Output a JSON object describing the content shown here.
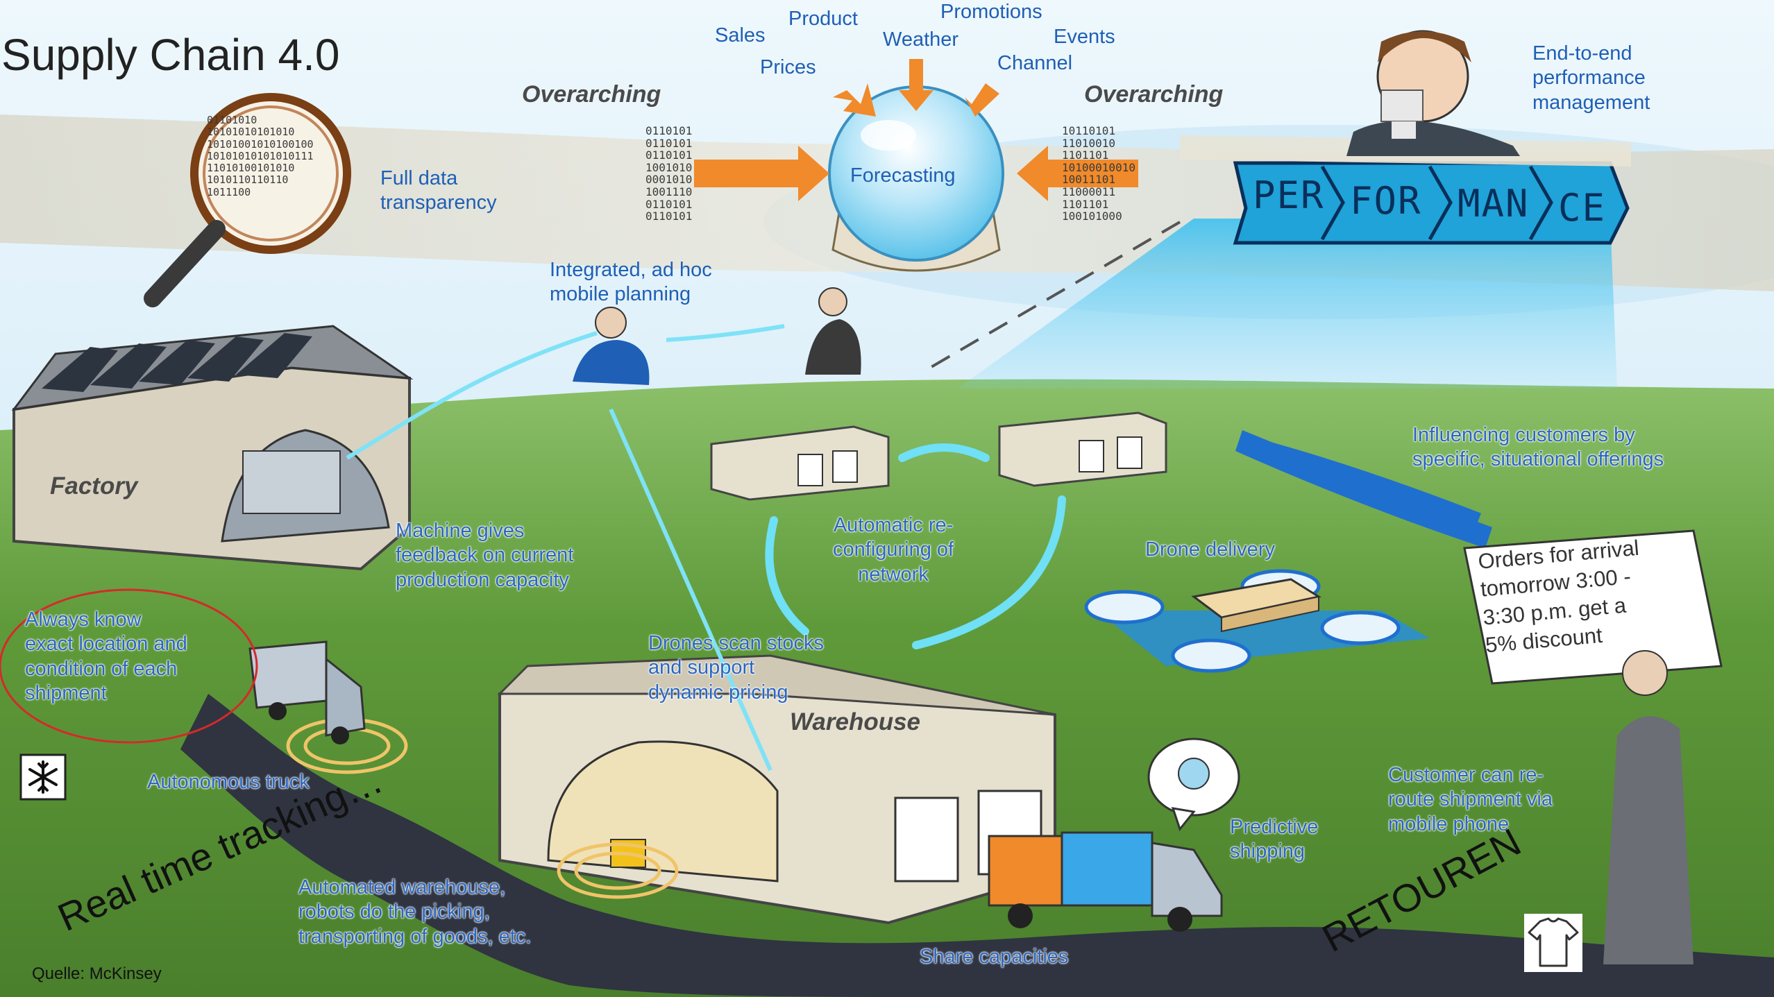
{
  "title": "Supply Chain 4.0",
  "inputs": {
    "sales": "Sales",
    "product": "Product",
    "promotions": "Promotions",
    "weather": "Weather",
    "events": "Events",
    "prices": "Prices",
    "channel": "Channel"
  },
  "overarching_left": "Overarching",
  "overarching_right": "Overarching",
  "forecasting": "Forecasting",
  "full_data_transparency": [
    "Full data",
    "transparency"
  ],
  "end_to_end": [
    "End-to-end",
    "performance",
    "management"
  ],
  "performance_banner": [
    "PER",
    "FOR",
    "MAN",
    "CE"
  ],
  "integrated_planning": [
    "Integrated, ad hoc",
    "mobile planning"
  ],
  "factory": "Factory",
  "machine_feedback": [
    "Machine gives",
    "feedback on current",
    "production capacity"
  ],
  "auto_reconfig": [
    "Automatic re-",
    "configuring of",
    "network"
  ],
  "influencing": [
    "Influencing customers by",
    "specific, situational offerings"
  ],
  "drone_delivery": "Drone delivery",
  "offer_card": [
    "Orders for arrival",
    "tomorrow 3:00 -",
    "3:30 p.m. get a",
    "5% discount"
  ],
  "always_know": [
    "Always know",
    "exact location and",
    "condition of each",
    "shipment"
  ],
  "drones_scan": [
    "Drones scan stocks",
    "and support",
    "dynamic pricing"
  ],
  "warehouse": "Warehouse",
  "autonomous_truck": "Autonomous truck",
  "real_time_tracking": "Real time tracking…",
  "automated_warehouse": [
    "Automated warehouse,",
    "robots do the picking,",
    "transporting of goods, etc."
  ],
  "predictive_shipping": [
    "Predictive",
    "shipping"
  ],
  "customer_reroute": [
    "Customer can re-",
    "route shipment via",
    "mobile phone"
  ],
  "retouren": "RETOUREN",
  "share_capacities": "Share capacities",
  "source": "Quelle: McKinsey",
  "binary_left": [
    "01101010",
    "10101010101010",
    "10101001010100100",
    "10101010101010111",
    "11010100101010",
    "1010110110110",
    "1011100"
  ],
  "binary_stream": [
    "0110101",
    "0110101",
    "0110101",
    "1001010",
    "0001010",
    "1001110",
    "0110101",
    "0110101"
  ],
  "binary_right": [
    "10110101",
    "11010010",
    "1101101",
    "10100010010",
    "10011101",
    "11000011",
    "1101101",
    "100101000"
  ],
  "icons": {
    "snowflake": "snowflake-icon",
    "tshirt": "tshirt-icon"
  },
  "colors": {
    "sky": "#dff0fa",
    "grass": "#5f9a3a",
    "road": "#2f3440",
    "accent_blue": "#1f5fb5",
    "cyan_signal": "#5fd8f0",
    "circle_red": "#d42a2a"
  }
}
